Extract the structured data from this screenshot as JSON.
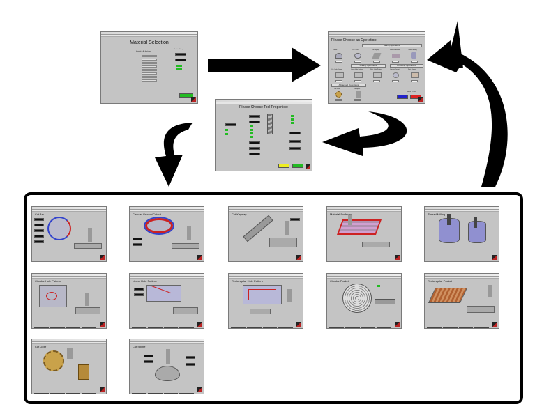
{
  "screens": {
    "material_selection": {
      "title": "Material Selection",
      "materials_header": "Material to Be Machined",
      "machine_header": "Machine Setup"
    },
    "operation": {
      "title": "Please Choose an Operation:",
      "milling_header": "Milling Operations",
      "drilling_header": "Drilling Operations",
      "finishing_header": "Finishing Operations",
      "advanced_header": "Advanced Operations",
      "milling_ops": [
        "Cut Arc",
        "Cut Circle",
        "Cut Keyway",
        "Surface Material",
        "Thread Milling"
      ],
      "drilling_ops": [
        "Circ. Hole Pattern",
        "Linear Hole Pattern",
        "Rect. Hole Pattern",
        "Circular Pocket",
        "Rect. Pocket"
      ],
      "advanced_ops": [
        "Cut Gear",
        "Cut Spline"
      ],
      "return_label": "Return To Start"
    },
    "tool": {
      "title": "Please Choose Tool Properties:"
    }
  },
  "operations": [
    {
      "title": "Cut Arc"
    },
    {
      "title": "Circular Groove/Cutout"
    },
    {
      "title": "Cut Keyway"
    },
    {
      "title": "Material Surfacing"
    },
    {
      "title": "Thread Milling"
    },
    {
      "title": "Circular Hole Pattern"
    },
    {
      "title": "Linear Hole Pattern"
    },
    {
      "title": "Rectangular Hole Pattern"
    },
    {
      "title": "Circular Pocket"
    },
    {
      "title": "Rectangular Pocket"
    },
    {
      "title": "Cut Gear"
    },
    {
      "title": "Cut Spline"
    }
  ],
  "colors": {
    "window_bg": "#c4c4c4",
    "arrow": "#000000",
    "frame": "#000000",
    "accent_red": "#dd2222",
    "accent_green": "#22bb22",
    "accent_blue": "#2222cc",
    "accent_yellow": "#eeee22"
  }
}
